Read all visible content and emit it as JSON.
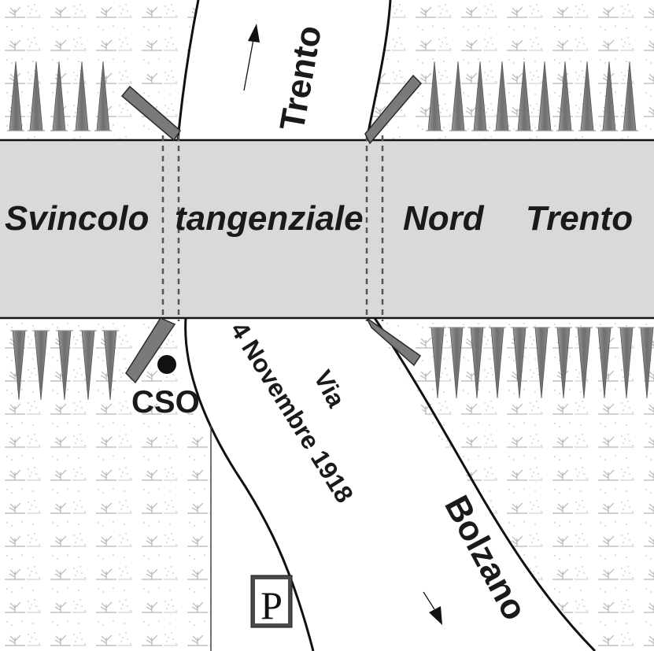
{
  "labels": {
    "tangenziale": [
      "Svincolo",
      "tangenziale",
      "Nord",
      "Trento"
    ],
    "road_north": "Trento",
    "road_south": "Bolzano",
    "street_line1": "Via",
    "street_line2": "4 Novembre 1918",
    "cso": "CSO",
    "parking": "P"
  },
  "icons": [
    "grass-icon",
    "tree-icon",
    "direction-arrow-icon",
    "parking-icon",
    "location-dot-icon"
  ],
  "colors": {
    "background": "#ffffff",
    "overpass": "#d9d9d9",
    "guardrail": "#7a7a7a",
    "grass": "#b5b5b5",
    "text": "#1a1a1a",
    "parking_bg": "#4a4a4a"
  }
}
